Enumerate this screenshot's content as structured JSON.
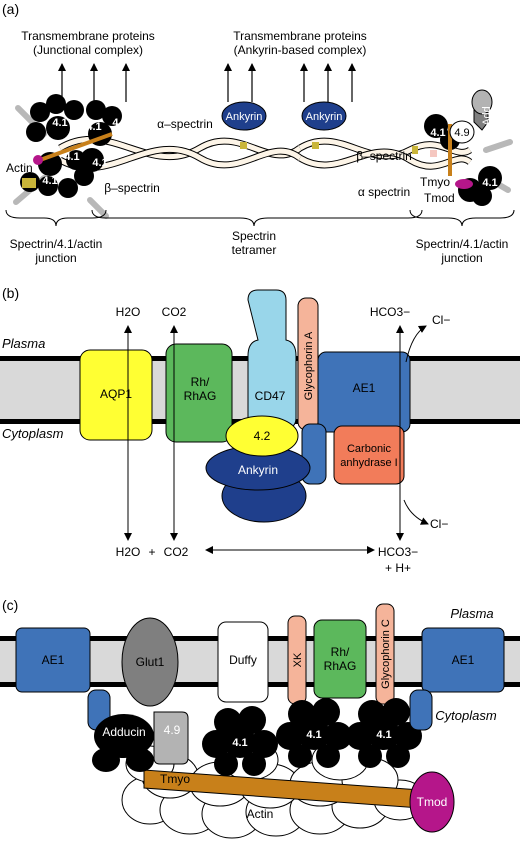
{
  "panel_a": {
    "tag": "(a)",
    "tm_junctional_line1": "Transmembrane proteins",
    "tm_junctional_line2": "(Junctional complex)",
    "tm_ankyrin_line1": "Transmembrane proteins",
    "tm_ankyrin_line2": "(Ankyrin-based complex)",
    "alpha_spectrin_top": "α–spectrin",
    "beta_spectrin_left": "β–spectrin",
    "beta_spectrin_right": "β–spectrin",
    "alpha_spectrin_right": "α spectrin",
    "ankyrin_1": "Ankyrin",
    "ankyrin_2": "Ankyrin",
    "actin": "Actin",
    "p41_a": "4.1",
    "p41_b": "4.1",
    "p41_c": "4.1",
    "p41_d": "4.1",
    "p41_e": "4.1",
    "p41_f": "4.1",
    "p49": "4.9",
    "add": "Add",
    "tmyo": "Tmyo",
    "tmod": "Tmod",
    "junction_left_1": "Spectrin/4.1/actin",
    "junction_left_2": "junction",
    "tetramer_1": "Spectrin",
    "tetramer_2": "tetramer",
    "junction_right_1": "Spectrin/4.1/actin",
    "junction_right_2": "junction"
  },
  "panel_b": {
    "tag": "(b)",
    "plasma": "Plasma",
    "cytoplasm": "Cytoplasm",
    "h2o_top": "H2O",
    "co2_top": "CO2",
    "hco3_top": "HCO3−",
    "cl_top": "Cl−",
    "aqp1": "AQP1",
    "rh_1": "Rh/",
    "rh_2": "RhAG",
    "cd47": "CD47",
    "glycophorin_a": "Glycophorin A",
    "ae1": "AE1",
    "p42": "4.2",
    "ankyrin": "Ankyrin",
    "carbonic_1": "Carbonic",
    "carbonic_2": "anhydrase I",
    "cl_bottom": "Cl−",
    "h2o_bottom": "H2O",
    "plus": "+",
    "co2_bottom": "CO2",
    "hco3_bottom": "HCO3−",
    "h_plus": "+ H+"
  },
  "panel_c": {
    "tag": "(c)",
    "plasma": "Plasma",
    "cytoplasm": "Cytoplasm",
    "ae1_left": "AE1",
    "glut1": "Glut1",
    "duffy": "Duffy",
    "xk": "XK",
    "rh_1": "Rh/",
    "rh_2": "RhAG",
    "glycophorin_c": "Glycophorin C",
    "ae1_right": "AE1",
    "adducin": "Adducin",
    "p49": "4.9",
    "p41_1": "4.1",
    "p41_2": "4.1",
    "p41_3": "4.1",
    "tmyo": "Tmyo",
    "actin": "Actin",
    "tmod": "Tmod"
  },
  "colors": {
    "ankyrin": "#1f3f8c",
    "aqp1": "#ffff33",
    "rh": "#5cb85c",
    "cd47": "#99d6ea",
    "glycophorin": "#f5b49a",
    "ae1": "#3f73b8",
    "carbonic": "#f27c5a",
    "tmod": "#b5168a",
    "tmyo": "#c8801a",
    "spectrin": "#fdf5e8",
    "membrane": "#d9d9d9",
    "glut1": "#7f7f7f",
    "yellow_marker": "#c9b53a"
  }
}
